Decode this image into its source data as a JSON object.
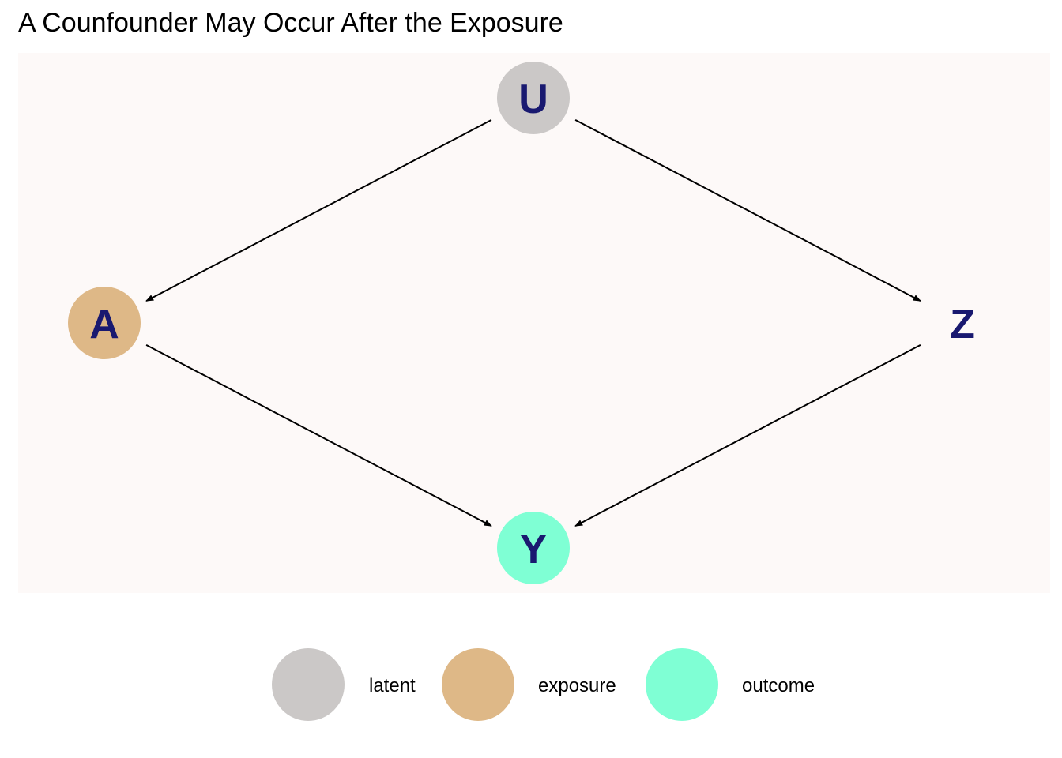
{
  "title": "A Counfounder May Occur After the Exposure",
  "colors": {
    "panel_background": "#fdf9f8",
    "edge": "#000000",
    "node_text": "#191970"
  },
  "nodes": [
    {
      "id": "U",
      "label": "U",
      "status": "latent",
      "color": "#cbc8c7",
      "filled": true
    },
    {
      "id": "A",
      "label": "A",
      "status": "exposure",
      "color": "#deb887",
      "filled": true
    },
    {
      "id": "Z",
      "label": "Z",
      "status": "",
      "color": "",
      "filled": false
    },
    {
      "id": "Y",
      "label": "Y",
      "status": "outcome",
      "color": "#7fffd4",
      "filled": true
    }
  ],
  "edges": [
    {
      "from": "U",
      "to": "A"
    },
    {
      "from": "U",
      "to": "Z"
    },
    {
      "from": "A",
      "to": "Y"
    },
    {
      "from": "Z",
      "to": "Y"
    }
  ],
  "legend": [
    {
      "label": "latent",
      "color": "#cbc8c7"
    },
    {
      "label": "exposure",
      "color": "#deb887"
    },
    {
      "label": "outcome",
      "color": "#7fffd4"
    }
  ]
}
